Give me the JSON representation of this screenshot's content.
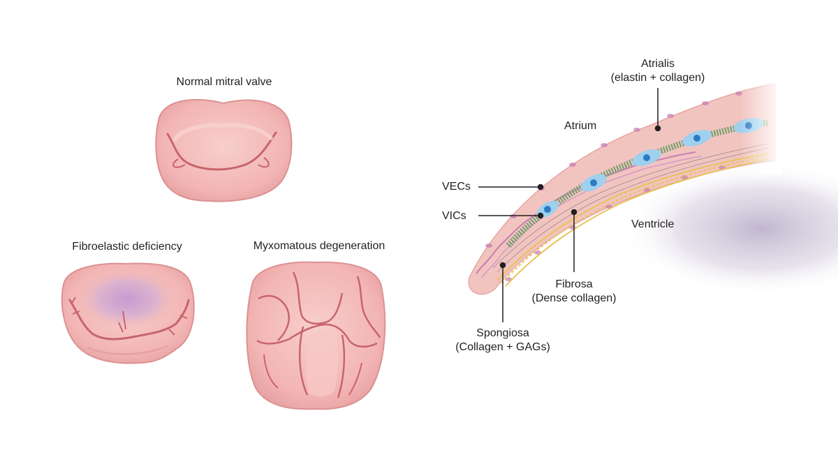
{
  "valves": {
    "normal": {
      "label": "Normal mitral valve"
    },
    "fibroelastic": {
      "label": "Fibroelastic deficiency"
    },
    "myxomatous": {
      "label": "Myxomatous degeneration"
    }
  },
  "layers": {
    "atrium": "Atrium",
    "ventricle": "Ventricle",
    "atrialis": {
      "line1": "Atrialis",
      "line2": "(elastin + collagen)"
    },
    "vecs": "VECs",
    "vics": "VICs",
    "fibrosa": {
      "line1": "Fibrosa",
      "line2": "(Dense collagen)"
    },
    "spongiosa": {
      "line1": "Spongiosa",
      "line2": "(Collagen + GAGs)"
    }
  },
  "colors": {
    "valve_fill": "#f2b5b4",
    "valve_edge": "#d9898a",
    "valve_crease": "#c8646a",
    "fibro_center": "#c9a0cc",
    "leaflet_outer": "#f2c4c0",
    "elastin": "#c77fb3",
    "collagen_green": "#6f9e6a",
    "cell_blue": "#9fd0ee",
    "nucleus": "#2c7bc4",
    "fibrosa_yellow": "#e8c25a",
    "ventricle_shade": "#8d7ca8"
  }
}
